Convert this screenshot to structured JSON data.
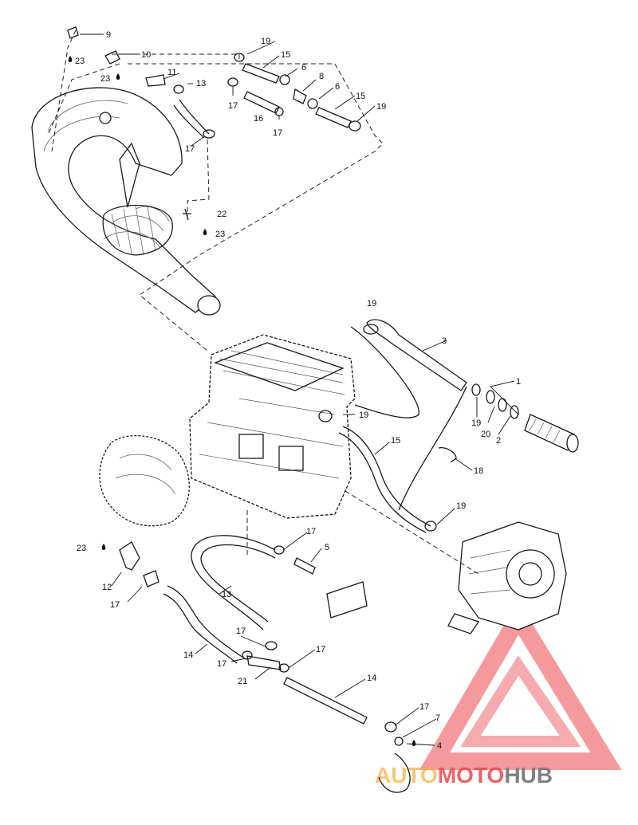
{
  "callouts": [
    {
      "text": "9"
    },
    {
      "text": "23"
    },
    {
      "text": "10"
    },
    {
      "text": "23"
    },
    {
      "text": "11"
    },
    {
      "text": "13"
    },
    {
      "text": "17"
    },
    {
      "text": "17"
    },
    {
      "text": "22"
    },
    {
      "text": "23"
    },
    {
      "text": "19"
    },
    {
      "text": "15"
    },
    {
      "text": "6"
    },
    {
      "text": "8"
    },
    {
      "text": "6"
    },
    {
      "text": "15"
    },
    {
      "text": "19"
    },
    {
      "text": "17"
    },
    {
      "text": "16"
    },
    {
      "text": "17"
    },
    {
      "text": "19"
    },
    {
      "text": "3"
    },
    {
      "text": "1"
    },
    {
      "text": "19"
    },
    {
      "text": "19"
    },
    {
      "text": "20"
    },
    {
      "text": "2"
    },
    {
      "text": "15"
    },
    {
      "text": "18"
    },
    {
      "text": "19"
    },
    {
      "text": "23"
    },
    {
      "text": "12"
    },
    {
      "text": "17"
    },
    {
      "text": "17"
    },
    {
      "text": "5"
    },
    {
      "text": "13"
    },
    {
      "text": "14"
    },
    {
      "text": "17"
    },
    {
      "text": "17"
    },
    {
      "text": "17"
    },
    {
      "text": "21"
    },
    {
      "text": "14"
    },
    {
      "text": "17"
    },
    {
      "text": "7"
    },
    {
      "text": "4"
    }
  ],
  "watermark": {
    "auto": "AUTO",
    "moto": "MOTO",
    "hub": "HUB",
    "accent_color": "#e8262d",
    "auto_color": "#f5a623",
    "hub_color": "#6b6b6b"
  }
}
